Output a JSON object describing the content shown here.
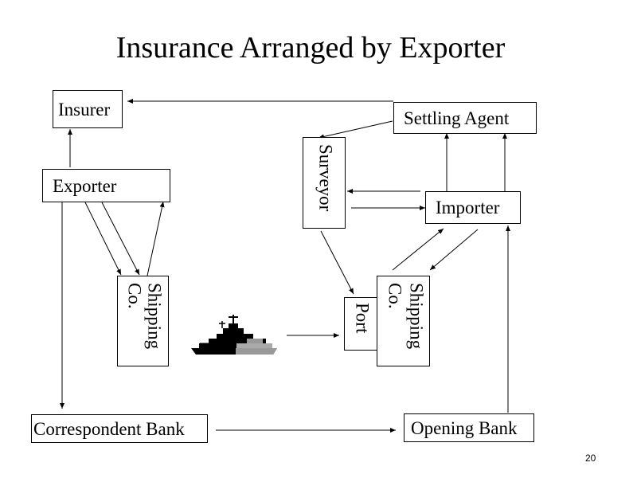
{
  "slide": {
    "title": "Insurance Arranged by Exporter",
    "page_number": "20"
  },
  "nodes": {
    "insurer": "Insurer",
    "settling_agent": "Settling Agent",
    "exporter": "Exporter",
    "surveyor": "Surveyor",
    "importer": "Importer",
    "shipping_co_left": [
      "Shipping",
      "Co."
    ],
    "port": "Port",
    "shipping_co_right": [
      "Shipping",
      "Co."
    ],
    "correspondent_bank": "Correspondent Bank",
    "opening_bank": "Opening Bank"
  },
  "icons": {
    "ship": "ship-icon"
  }
}
